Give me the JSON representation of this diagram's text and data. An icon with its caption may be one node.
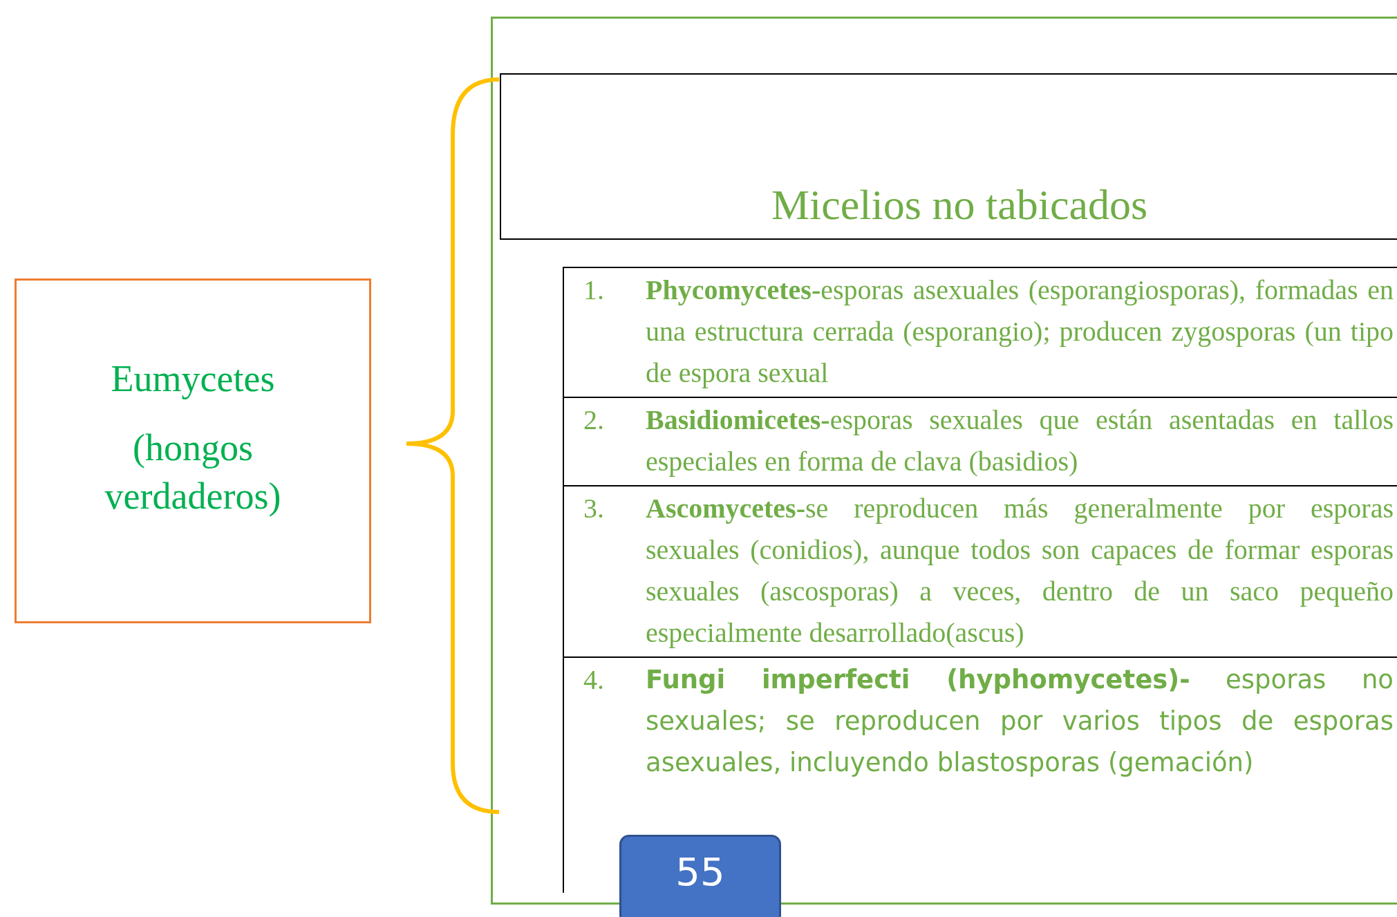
{
  "diagram": {
    "nodes": [
      {
        "text": [
          "Eumycetes",
          "(hongos verdaderos)"
        ]
      },
      {
        "text": [],
        "shape": "box"
      },
      {
        "text": [
          "Micelios no tabicados"
        ],
        "in": 1
      },
      {
        "text": [],
        "shape": "box",
        "in": 1
      },
      {
        "text": [
          "1.",
          "**Phycomycetes-**esporas asexuales (esporangiosporas), formadas en una estructura cerrada (esporangio); producen zygosporas (un tipo de espora sexual"
        ],
        "in": 3
      },
      {
        "text": [
          "2.",
          "**Basidiomicetes-**esporas sexuales que están asentadas en tallos especiales en forma de clava (basidios)"
        ],
        "in": 3
      },
      {
        "text": [
          "3.",
          "**Ascomycetes-**se reproducen más generalmente por esporas sexuales (conidios), aunque todos son capaces de formar esporas sexuales (ascosporas) a veces, dentro de un saco pequeño especialmente desarrollado(ascus)"
        ],
        "in": 3
      },
      {
        "text": [
          "4.",
          "**Fungi imperfecti (hyphomycetes)-** esporas no sexuales; se reproducen por varios tipos de esporas asexuales, incluyendo blastosporas (gemación)"
        ],
        "in": 3
      },
      {
        "text": [
          "55"
        ]
      }
    ],
    "edges": []
  }
}
